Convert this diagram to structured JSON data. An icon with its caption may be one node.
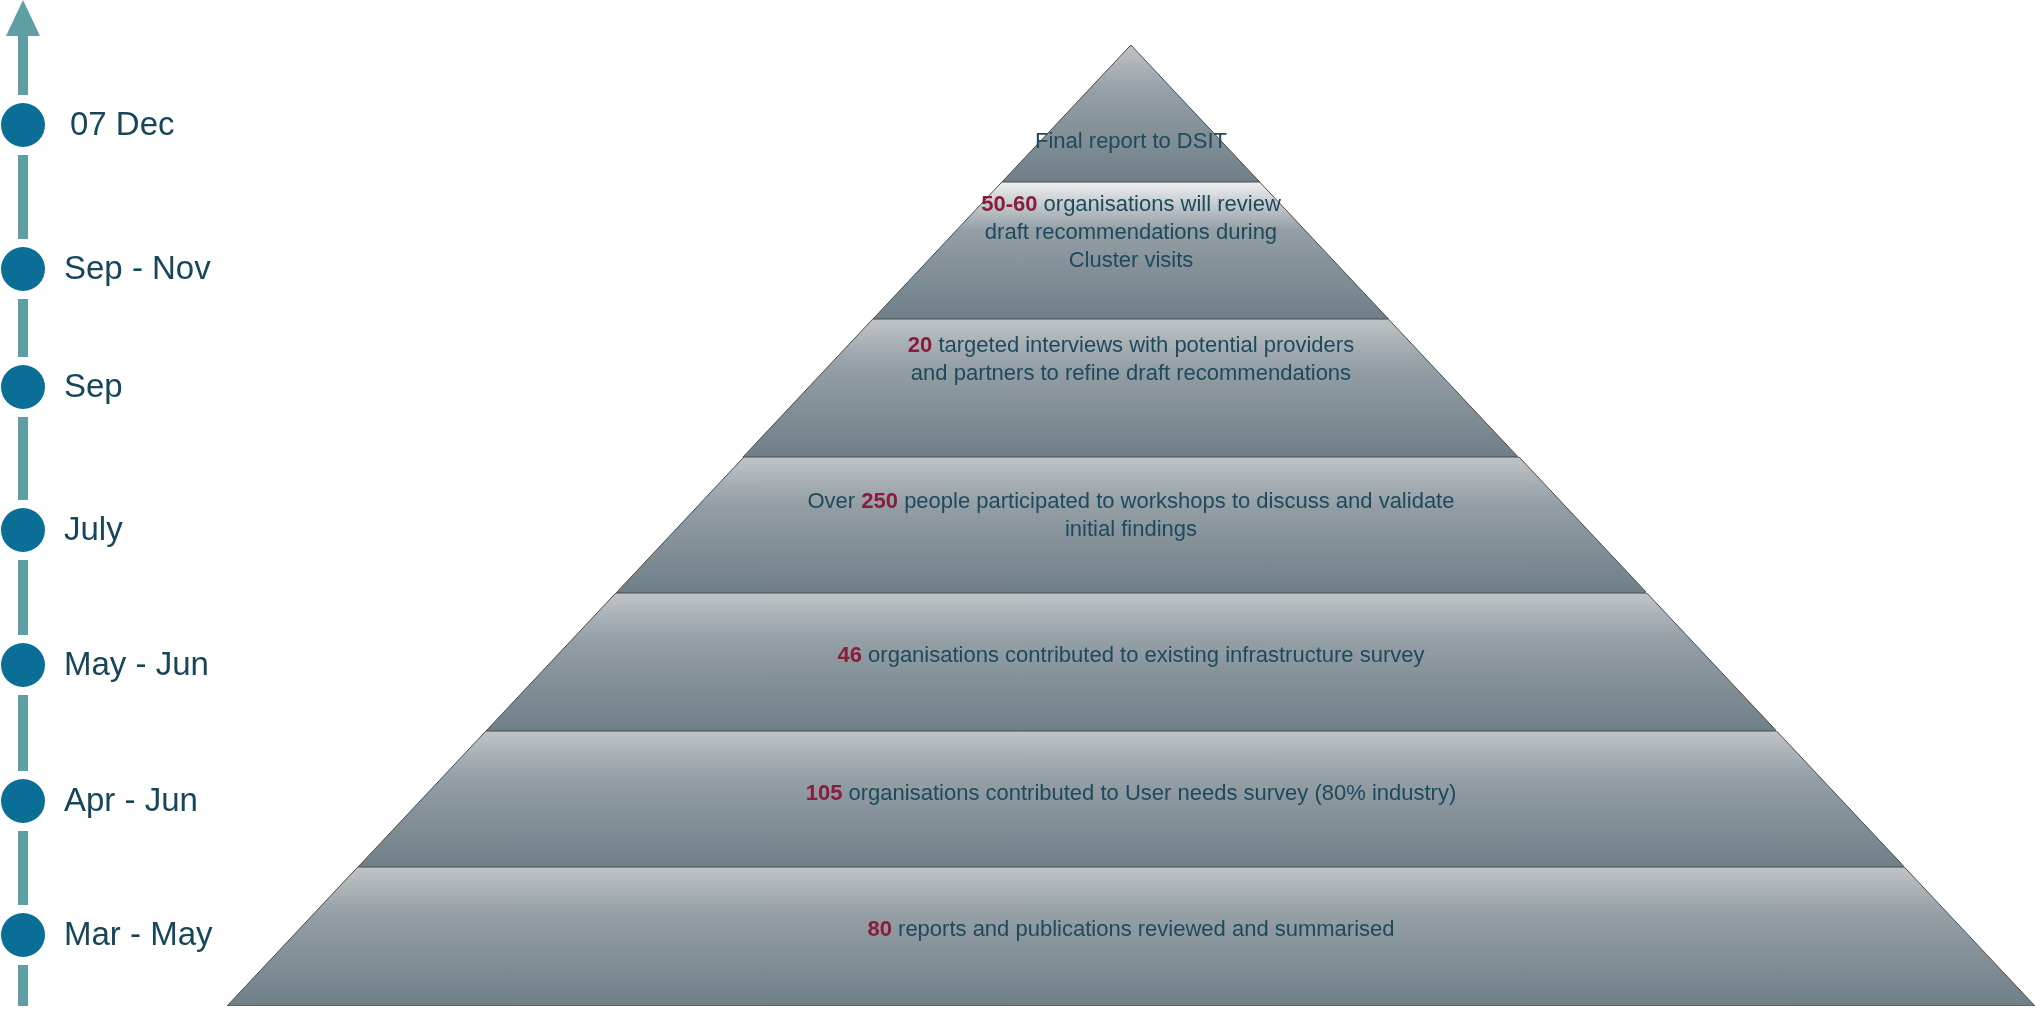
{
  "diagram": {
    "nodes": [
      {
        "text": [
          "Final report to DSIT"
        ]
      },
      {
        "text": [
          "**50-60** organisations will review draft recommendations during Cluster visits"
        ]
      },
      {
        "text": [
          "**20** targeted interviews with potential providers and partners to refine draft recommendations"
        ]
      },
      {
        "text": [
          "Over **250** people participated to workshops to discuss and validate initial findings"
        ]
      },
      {
        "text": [
          "**46** organisations contributed to existing infrastructure survey"
        ]
      },
      {
        "text": [
          "**105** organisations contributed to User needs survey (80% industry)"
        ]
      },
      {
        "text": [
          "**80** reports and publications reviewed and summarised"
        ]
      }
    ],
    "labels": [
      "07 Dec",
      "Sep - Nov",
      "Sep",
      "July",
      "May - Jun",
      "Apr - Jun",
      "Mar - May"
    ]
  }
}
